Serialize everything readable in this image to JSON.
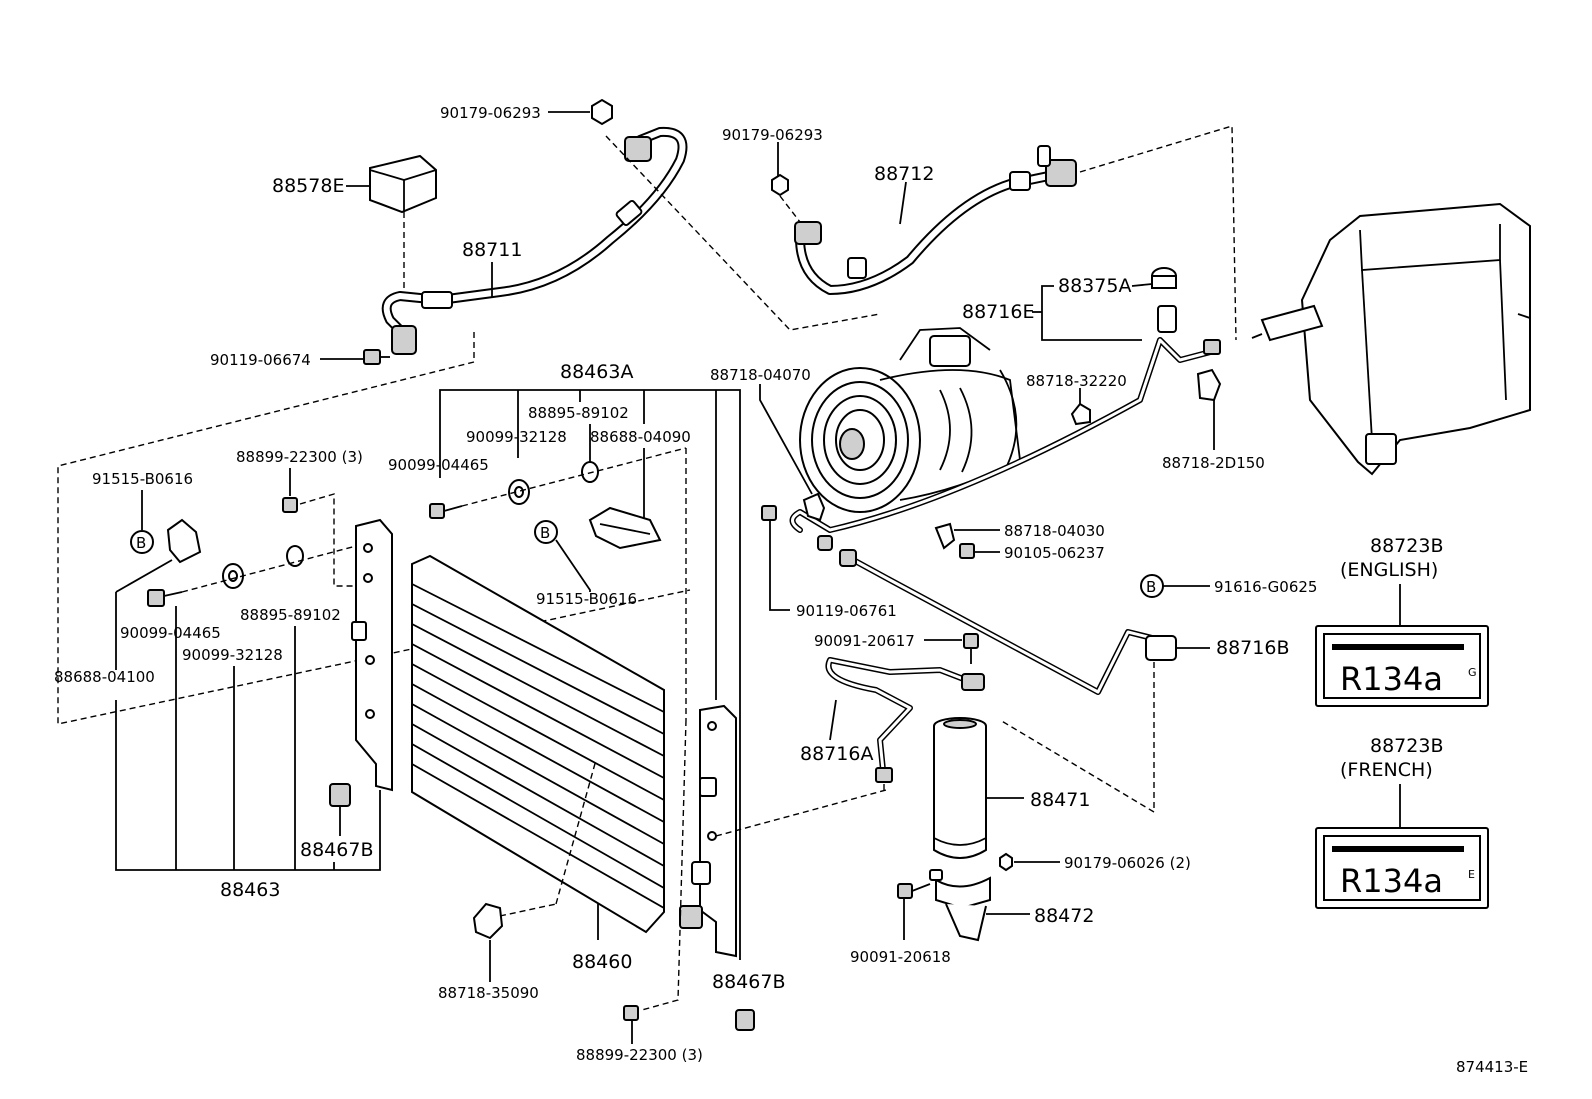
{
  "labels": {
    "p_90179_06293_a": "90179-06293",
    "p_88578E": "88578E",
    "p_88711": "88711",
    "p_90119_06674": "90119-06674",
    "p_90179_06293_b": "90179-06293",
    "p_88712": "88712",
    "p_88375A": "88375A",
    "p_88716E": "88716E",
    "p_88718_32220": "88718-32220",
    "p_88718_2D150": "88718-2D150",
    "p_88463A": "88463A",
    "p_88895_89102_a": "88895-89102",
    "p_90099_32128_a": "90099-32128",
    "p_88688_04090": "88688-04090",
    "p_90099_04465_a": "90099-04465",
    "p_88718_04070": "88718-04070",
    "p_91515_B0616_a": "91515-B0616",
    "p_88899_22300_a": "88899-22300 (3)",
    "p_91515_B0616_b": "91515-B0616",
    "p_90099_04465_b": "90099-04465",
    "p_88895_89102_b": "88895-89102",
    "p_90099_32128_b": "90099-32128",
    "p_88688_04100": "88688-04100",
    "p_88718_04030": "88718-04030",
    "p_90105_06237": "90105-06237",
    "p_90119_06761": "90119-06761",
    "p_91616_G0625": "91616-G0625",
    "p_88716B": "88716B",
    "p_90091_20617": "90091-20617",
    "p_88716A": "88716A",
    "p_88471": "88471",
    "p_90179_06026": "90179-06026 (2)",
    "p_88472": "88472",
    "p_90091_20618": "90091-20618",
    "p_88467B_a": "88467B",
    "p_88463": "88463",
    "p_88460": "88460",
    "p_88718_35090": "88718-35090",
    "p_88467B_b": "88467B",
    "p_88899_22300_b": "88899-22300 (3)",
    "p_88723B_en": "88723B",
    "en_caption": "(ENGLISH)",
    "p_88723B_fr": "88723B",
    "fr_caption": "(FRENCH)",
    "label_text_en": "R134a",
    "label_suffix_en": "G",
    "label_text_fr": "R134a",
    "label_suffix_fr": "E",
    "marker_b": "B",
    "diagram_id": "874413-E"
  }
}
